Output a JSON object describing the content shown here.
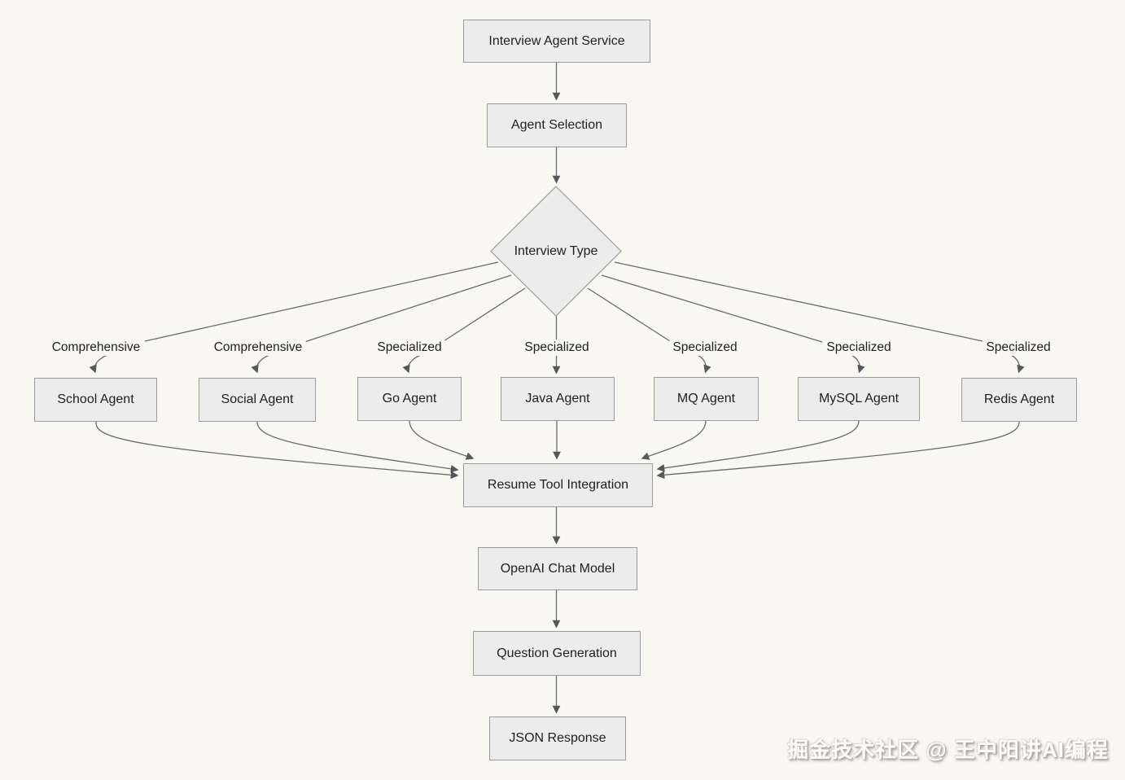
{
  "nodes": {
    "interview_agent_service": "Interview Agent Service",
    "agent_selection": "Agent Selection",
    "interview_type": "Interview Type",
    "school_agent": "School Agent",
    "social_agent": "Social Agent",
    "go_agent": "Go Agent",
    "java_agent": "Java Agent",
    "mq_agent": "MQ Agent",
    "mysql_agent": "MySQL Agent",
    "redis_agent": "Redis Agent",
    "resume_tool_integration": "Resume Tool Integration",
    "openai_chat_model": "OpenAI Chat Model",
    "question_generation": "Question Generation",
    "json_response": "JSON Response"
  },
  "edge_labels": {
    "school": "Comprehensive",
    "social": "Comprehensive",
    "go": "Specialized",
    "java": "Specialized",
    "mq": "Specialized",
    "mysql": "Specialized",
    "redis": "Specialized"
  },
  "watermark": "掘金技术社区 @ 王中阳讲AI编程",
  "colors": {
    "background": "#f8f7f2",
    "node_fill": "#ececec",
    "node_border": "#9b9b9b",
    "edge": "#666a6d",
    "text": "#1f1f1f"
  }
}
